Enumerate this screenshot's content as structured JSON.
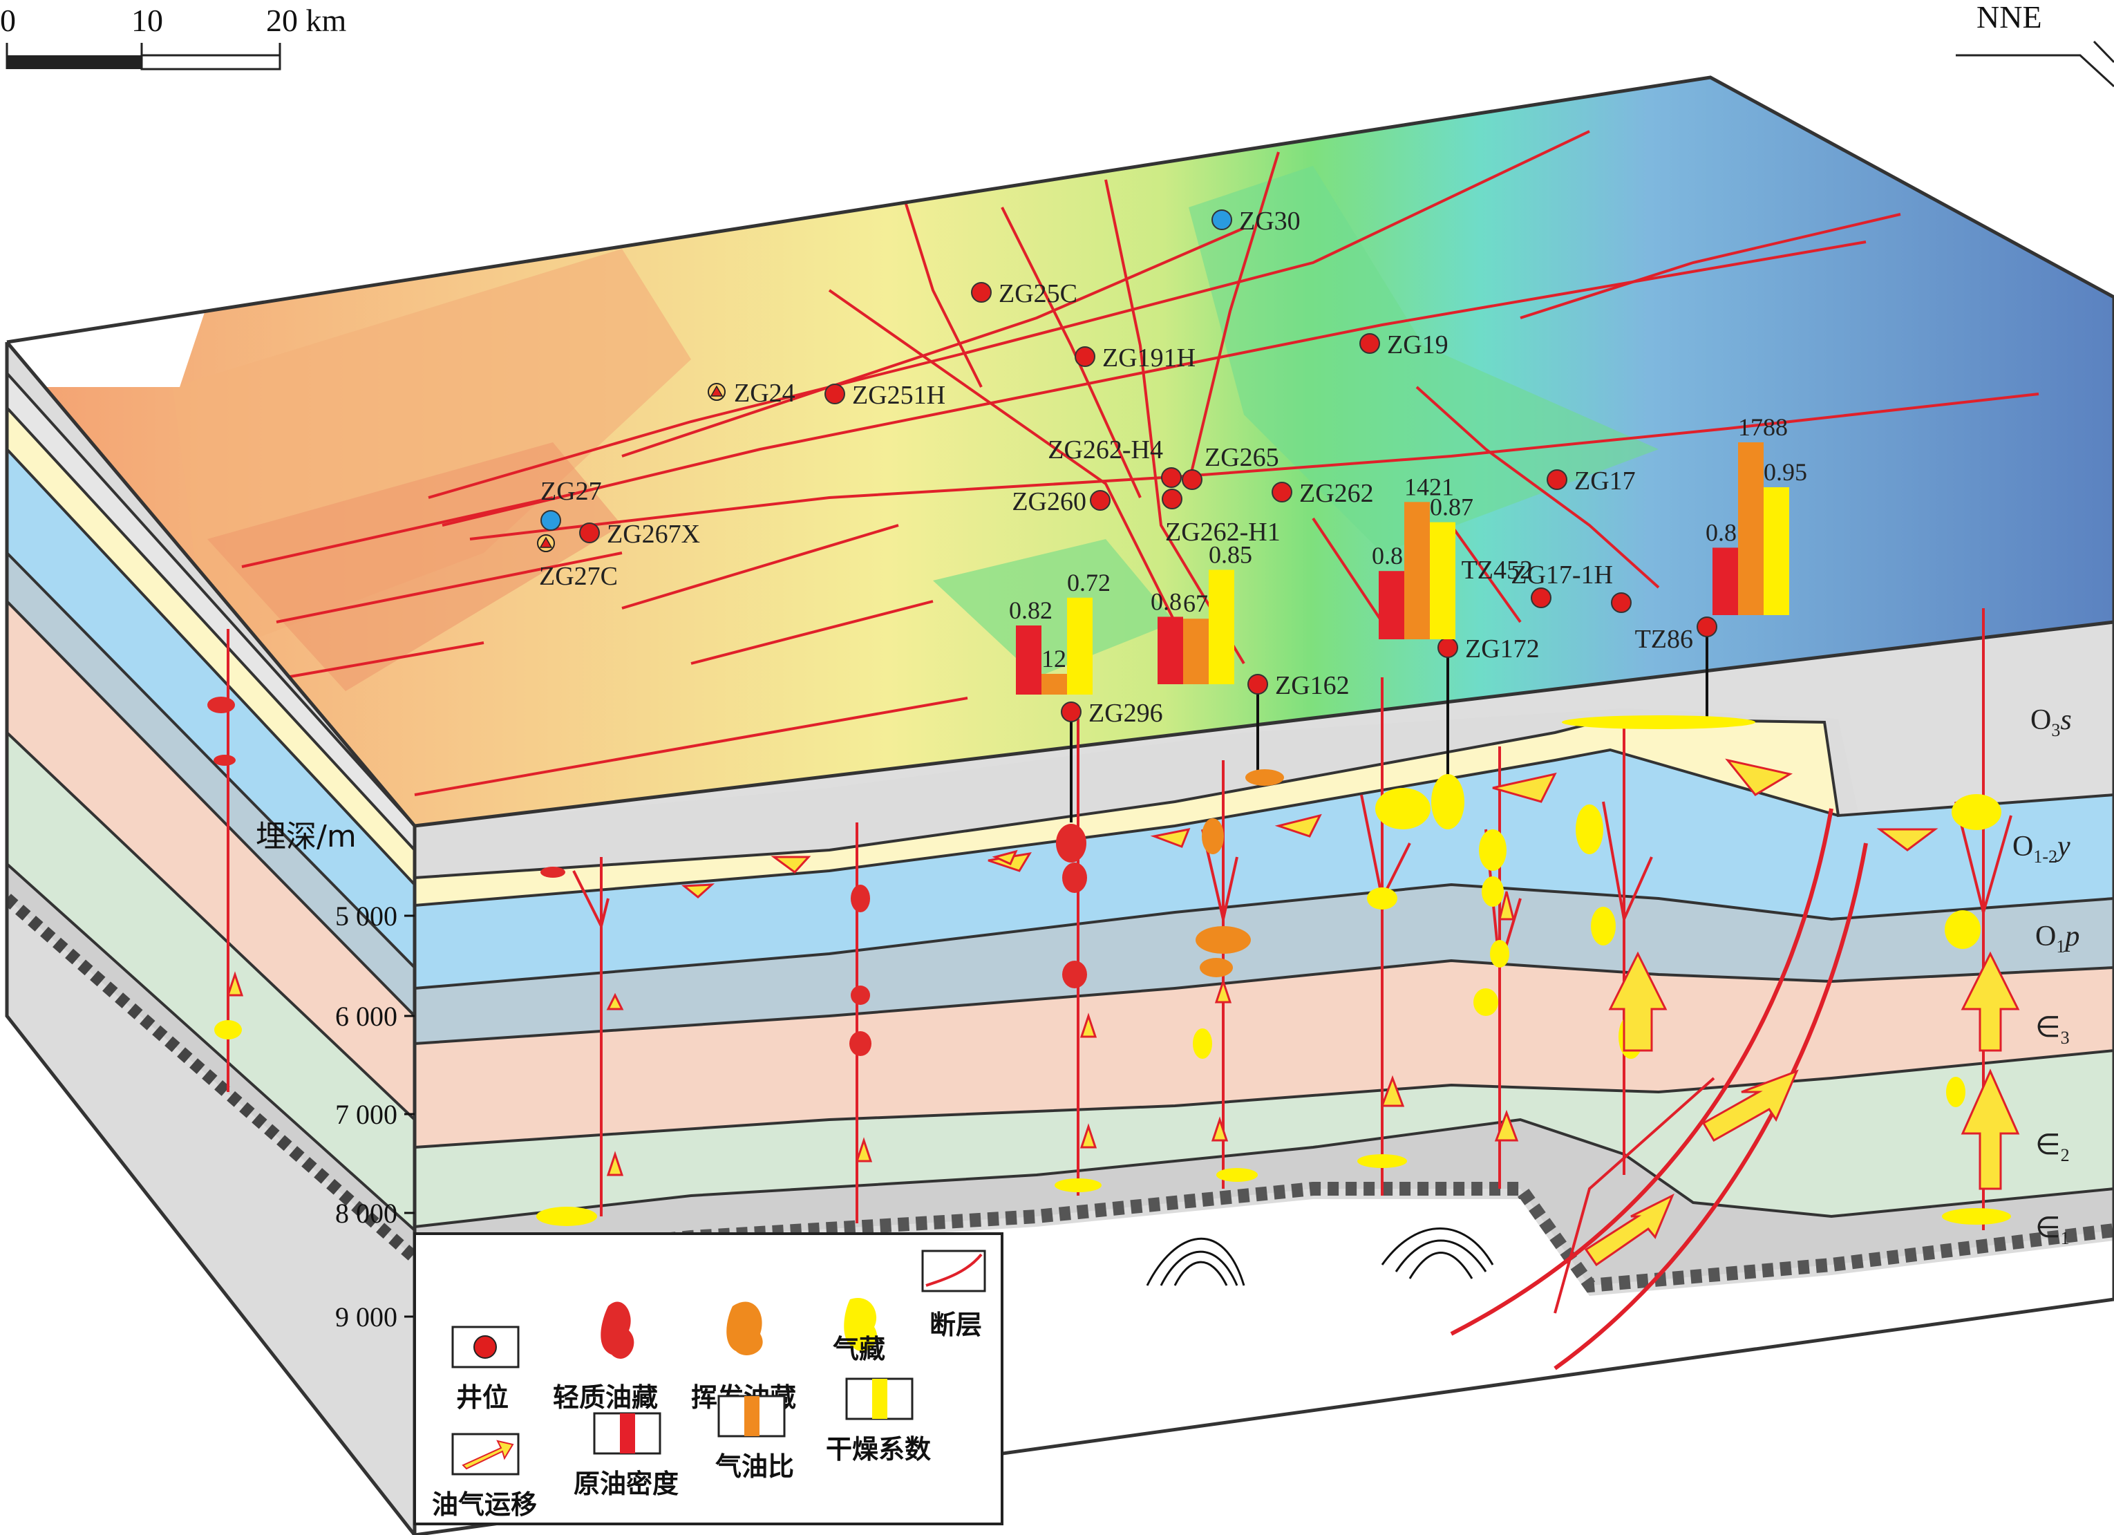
{
  "scale_bar": {
    "labels": [
      "0",
      "10",
      "20 km"
    ]
  },
  "direction": "NNE",
  "depth_axis": {
    "title": "埋深/m",
    "ticks": [
      "5 000",
      "6 000",
      "7 000",
      "8 000",
      "9 000"
    ]
  },
  "formations": [
    {
      "base": "O",
      "sub": "3",
      "rest": "s"
    },
    {
      "base": "O",
      "sub": "1-2",
      "rest": "y"
    },
    {
      "base": "O",
      "sub": "1",
      "rest": "p"
    },
    {
      "base": "∈",
      "sub": "3",
      "rest": ""
    },
    {
      "base": "∈",
      "sub": "2",
      "rest": ""
    },
    {
      "base": "∈",
      "sub": "1",
      "rest": ""
    }
  ],
  "wells": [
    {
      "name": "ZG30",
      "kind": "blue"
    },
    {
      "name": "ZG25C",
      "kind": "red"
    },
    {
      "name": "ZG191H",
      "kind": "red"
    },
    {
      "name": "ZG19",
      "kind": "red"
    },
    {
      "name": "ZG24",
      "kind": "triangle"
    },
    {
      "name": "ZG251H",
      "kind": "red"
    },
    {
      "name": "ZG262-H4",
      "kind": "red"
    },
    {
      "name": "ZG265",
      "kind": "red"
    },
    {
      "name": "ZG262",
      "kind": "red"
    },
    {
      "name": "ZG17",
      "kind": "red"
    },
    {
      "name": "ZG27",
      "kind": "blue"
    },
    {
      "name": "ZG267X",
      "kind": "red"
    },
    {
      "name": "ZG27C",
      "kind": "triangle"
    },
    {
      "name": "ZG260",
      "kind": "red"
    },
    {
      "name": "ZG262-H1",
      "kind": "red"
    },
    {
      "name": "TZ452",
      "kind": "red"
    },
    {
      "name": "ZG17-1H",
      "kind": "red"
    },
    {
      "name": "ZG172",
      "kind": "red"
    },
    {
      "name": "TZ86",
      "kind": "red"
    },
    {
      "name": "ZG162",
      "kind": "red"
    },
    {
      "name": "ZG296",
      "kind": "red"
    }
  ],
  "bar_groups": [
    {
      "well": "ZG296",
      "values": [
        0.82,
        12,
        0.72
      ],
      "labels": [
        "0.82",
        "12",
        "0.72"
      ]
    },
    {
      "well": "ZG162",
      "values": [
        0.8,
        678,
        0.85
      ],
      "labels": [
        "0.8",
        "678",
        "0.85"
      ]
    },
    {
      "well": "ZG172",
      "values": [
        0.81,
        1421,
        0.87
      ],
      "labels": [
        "0.81",
        "1421",
        "0.87"
      ]
    },
    {
      "well": "TZ86",
      "values": [
        0.8,
        1788,
        0.95
      ],
      "labels": [
        "0.8",
        "1788",
        "0.95"
      ]
    }
  ],
  "legend": {
    "items": [
      "井位",
      "轻质油藏",
      "挥发油藏",
      "气藏",
      "断层",
      "油气运移",
      "原油密度",
      "气油比",
      "干燥系数"
    ]
  },
  "colors": {
    "fault": "#e0202a",
    "light_oil": "#e12a2a",
    "volatile_oil": "#ef8a1e",
    "gas": "#fff200",
    "density_bar": "#e5202a",
    "gor_bar": "#f08a20",
    "dryness_bar": "#fff000",
    "well_red": "#e01e1e",
    "well_blue": "#2a9be0"
  }
}
